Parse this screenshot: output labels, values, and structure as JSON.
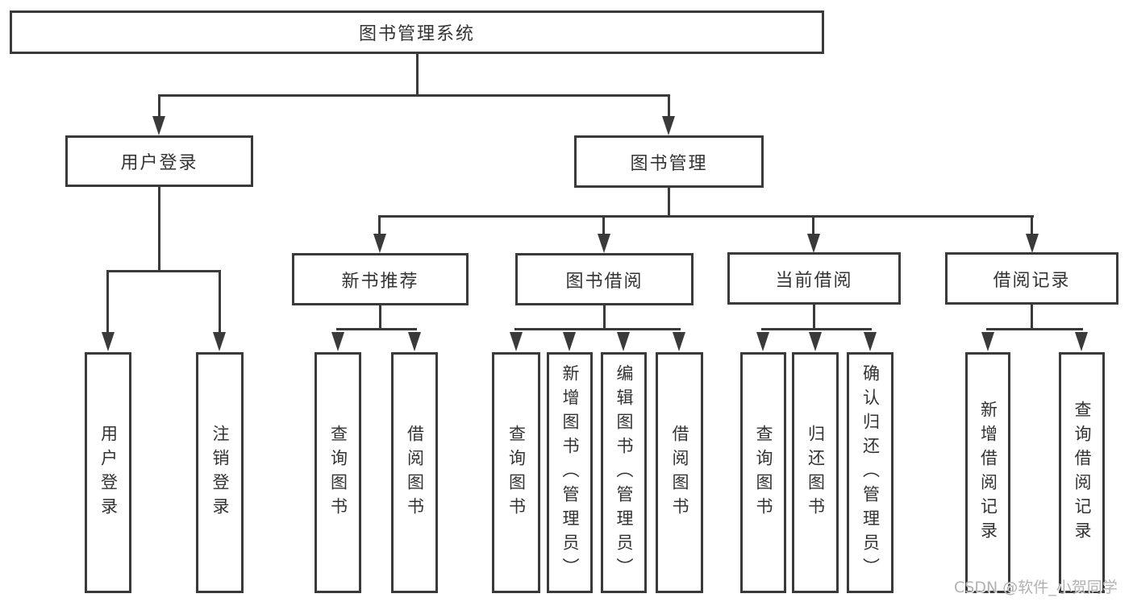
{
  "diagram_title": "图书管理系统",
  "tree": {
    "label": "图书管理系统",
    "children": [
      {
        "label": "用户登录",
        "children": [
          {
            "label": "用户登录"
          },
          {
            "label": "注销登录"
          }
        ]
      },
      {
        "label": "图书管理",
        "children": [
          {
            "label": "新书推荐",
            "children": [
              {
                "label": "查询图书"
              },
              {
                "label": "借阅图书"
              }
            ]
          },
          {
            "label": "图书借阅",
            "children": [
              {
                "label": "查询图书"
              },
              {
                "label": "新增图书（管理员）"
              },
              {
                "label": "编辑图书（管理员）"
              },
              {
                "label": "借阅图书"
              }
            ]
          },
          {
            "label": "当前借阅",
            "children": [
              {
                "label": "查询图书"
              },
              {
                "label": "归还图书"
              },
              {
                "label": "确认归还（管理员）"
              }
            ]
          },
          {
            "label": "借阅记录",
            "children": [
              {
                "label": "新增借阅记录"
              },
              {
                "label": "查询借阅记录"
              }
            ]
          }
        ]
      }
    ]
  },
  "watermark": "CSDN @软件_小贺同学",
  "colors": {
    "line": "#3a3a3a",
    "text": "#333333",
    "watermark": "#b2b2b2"
  }
}
